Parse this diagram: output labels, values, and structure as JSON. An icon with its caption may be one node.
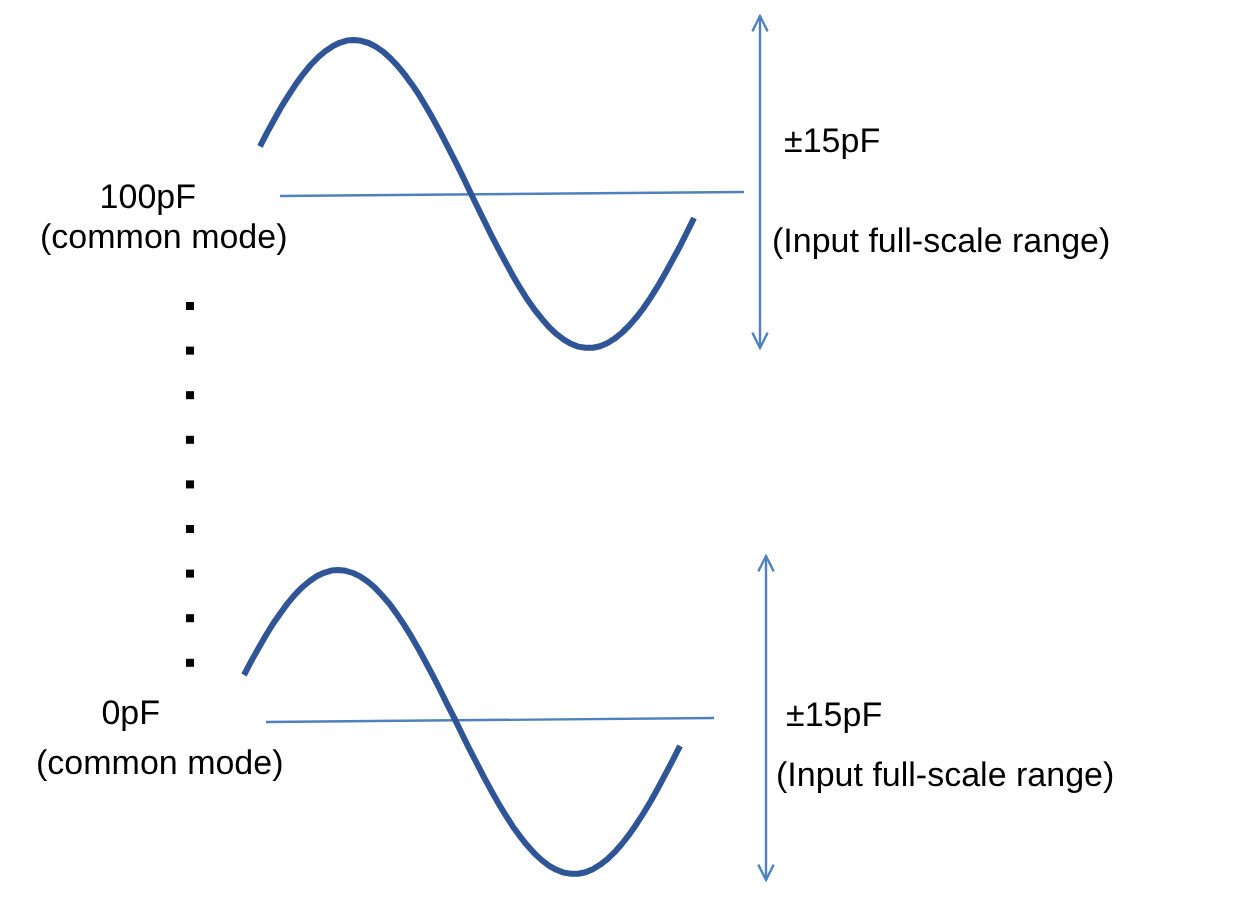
{
  "diagram": {
    "labels": [
      "100pF",
      "(common mode)",
      "±15pF",
      "(Input full-scale range)",
      "0pF",
      "(common mode)",
      "±15pF",
      "(Input full-scale range)"
    ]
  }
}
